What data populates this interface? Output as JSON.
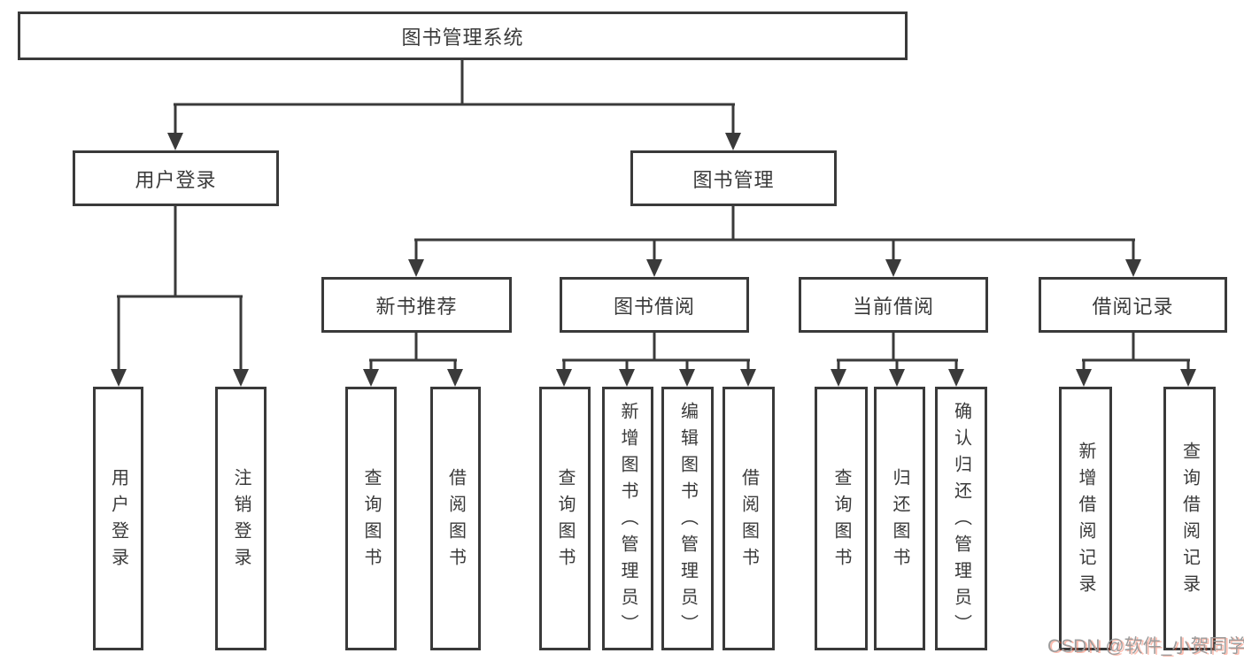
{
  "diagram": {
    "title": "图书管理系统",
    "line_color": "#3a3a3a",
    "box_border_color": "#3a3a3a",
    "text_color": "#3a3a3a",
    "background_color": "#ffffff"
  },
  "nodes": {
    "root": "图书管理系统",
    "user_login": "用户登录",
    "book_mgmt": "图书管理",
    "new_book_rec": "新书推荐",
    "book_borrow": "图书借阅",
    "current_borrow": "当前借阅",
    "borrow_record": "借阅记录",
    "leaf_user_login": "用户登录",
    "leaf_logout": "注销登录",
    "leaf_query_book_rec": "查询图书",
    "leaf_borrow_book_rec": "借阅图书",
    "leaf_query_book_borrow": "查询图书",
    "leaf_add_book": "新增图书（管理员）",
    "leaf_edit_book": "编辑图书（管理员）",
    "leaf_borrow_book_borrow": "借阅图书",
    "leaf_query_book_current": "查询图书",
    "leaf_return_book": "归还图书",
    "leaf_confirm_return": "确认归还（管理员）",
    "leaf_add_record": "新增借阅记录",
    "leaf_query_record": "查询借阅记录"
  },
  "watermark": {
    "text": "CSDN @软件_小贺同学",
    "color": "#9c9c9c",
    "accent_color": "#fc5531"
  }
}
